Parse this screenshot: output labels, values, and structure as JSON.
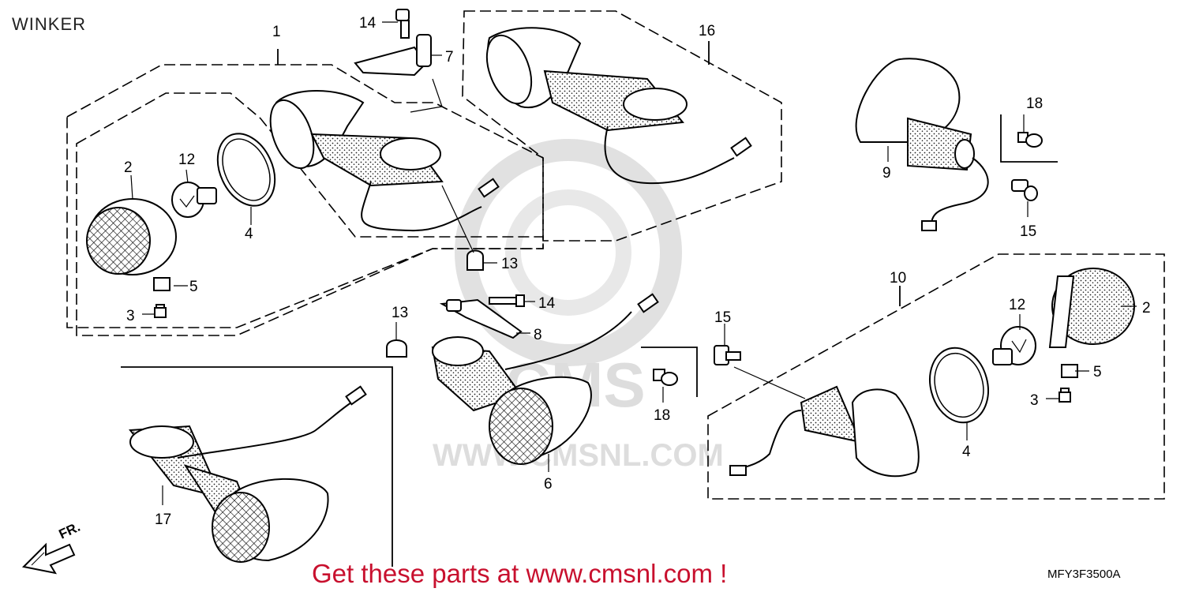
{
  "title": "WINKER",
  "watermark": {
    "url": "WWW.CMSNL.COM",
    "logo": "CMS"
  },
  "promo": "Get these parts at www.cmsnl.com !",
  "diagram_code": "MFY3F3500A",
  "direction_label": "FR.",
  "callouts": [
    "1",
    "2",
    "3",
    "4",
    "5",
    "12",
    "13",
    "14",
    "7",
    "16",
    "18",
    "9",
    "15",
    "13",
    "14",
    "8",
    "6",
    "17",
    "10",
    "15",
    "18",
    "12",
    "2",
    "5",
    "3",
    "4"
  ],
  "colors": {
    "promo": "#c8102e",
    "line": "#000000",
    "watermark": "#d8d8d8"
  }
}
